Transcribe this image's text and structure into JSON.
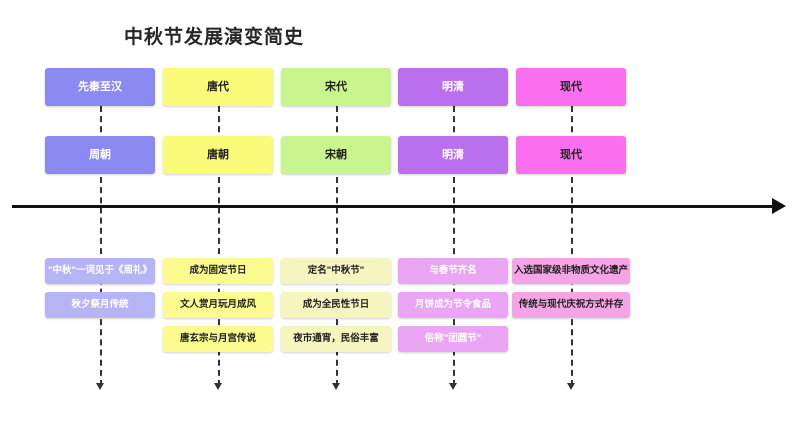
{
  "title": "中秋节发展演变简史",
  "axis": {
    "name": "timeline-axis",
    "direction": "left-to-right"
  },
  "colors": {
    "era1": "#8a8af0",
    "era2": "#fbfb7a",
    "era3": "#c9f58f",
    "era4": "#b96fee",
    "era5": "#fb6fee",
    "item1": "#b5b5f5",
    "item2": "#fbfb8f",
    "item3": "#f5f5bf",
    "item4": "#eaa5f5",
    "item5": "#f5a5e5",
    "axis": "#111111",
    "title": "#262626"
  },
  "columns": [
    {
      "period_label": "先秦至汉",
      "dynasty_label": "周朝",
      "period_text_color": "#ffffff",
      "dynasty_text_color": "#ffffff",
      "item_text_color": "#ffffff",
      "items": [
        "\"中秋\"一词见于《周礼》",
        "秋夕祭月传统"
      ]
    },
    {
      "period_label": "唐代",
      "dynasty_label": "唐朝",
      "period_text_color": "#222222",
      "dynasty_text_color": "#222222",
      "item_text_color": "#222222",
      "items": [
        "成为固定节日",
        "文人赏月玩月成风",
        "唐玄宗与月宫传说"
      ]
    },
    {
      "period_label": "宋代",
      "dynasty_label": "宋朝",
      "period_text_color": "#222222",
      "dynasty_text_color": "#222222",
      "item_text_color": "#222222",
      "items": [
        "定名\"中秋节\"",
        "成为全民性节日",
        "夜市通宵，民俗丰富"
      ]
    },
    {
      "period_label": "明清",
      "dynasty_label": "明清",
      "period_text_color": "#ffffff",
      "dynasty_text_color": "#ffffff",
      "item_text_color": "#ffffff",
      "items": [
        "与春节齐名",
        "月饼成为节令食品",
        "俗称\"团圆节\""
      ]
    },
    {
      "period_label": "现代",
      "dynasty_label": "现代",
      "period_text_color": "#222222",
      "dynasty_text_color": "#222222",
      "item_text_color": "#222222",
      "items": [
        "入选国家级非物质文化遗产",
        "传统与现代庆祝方式并存"
      ]
    }
  ]
}
